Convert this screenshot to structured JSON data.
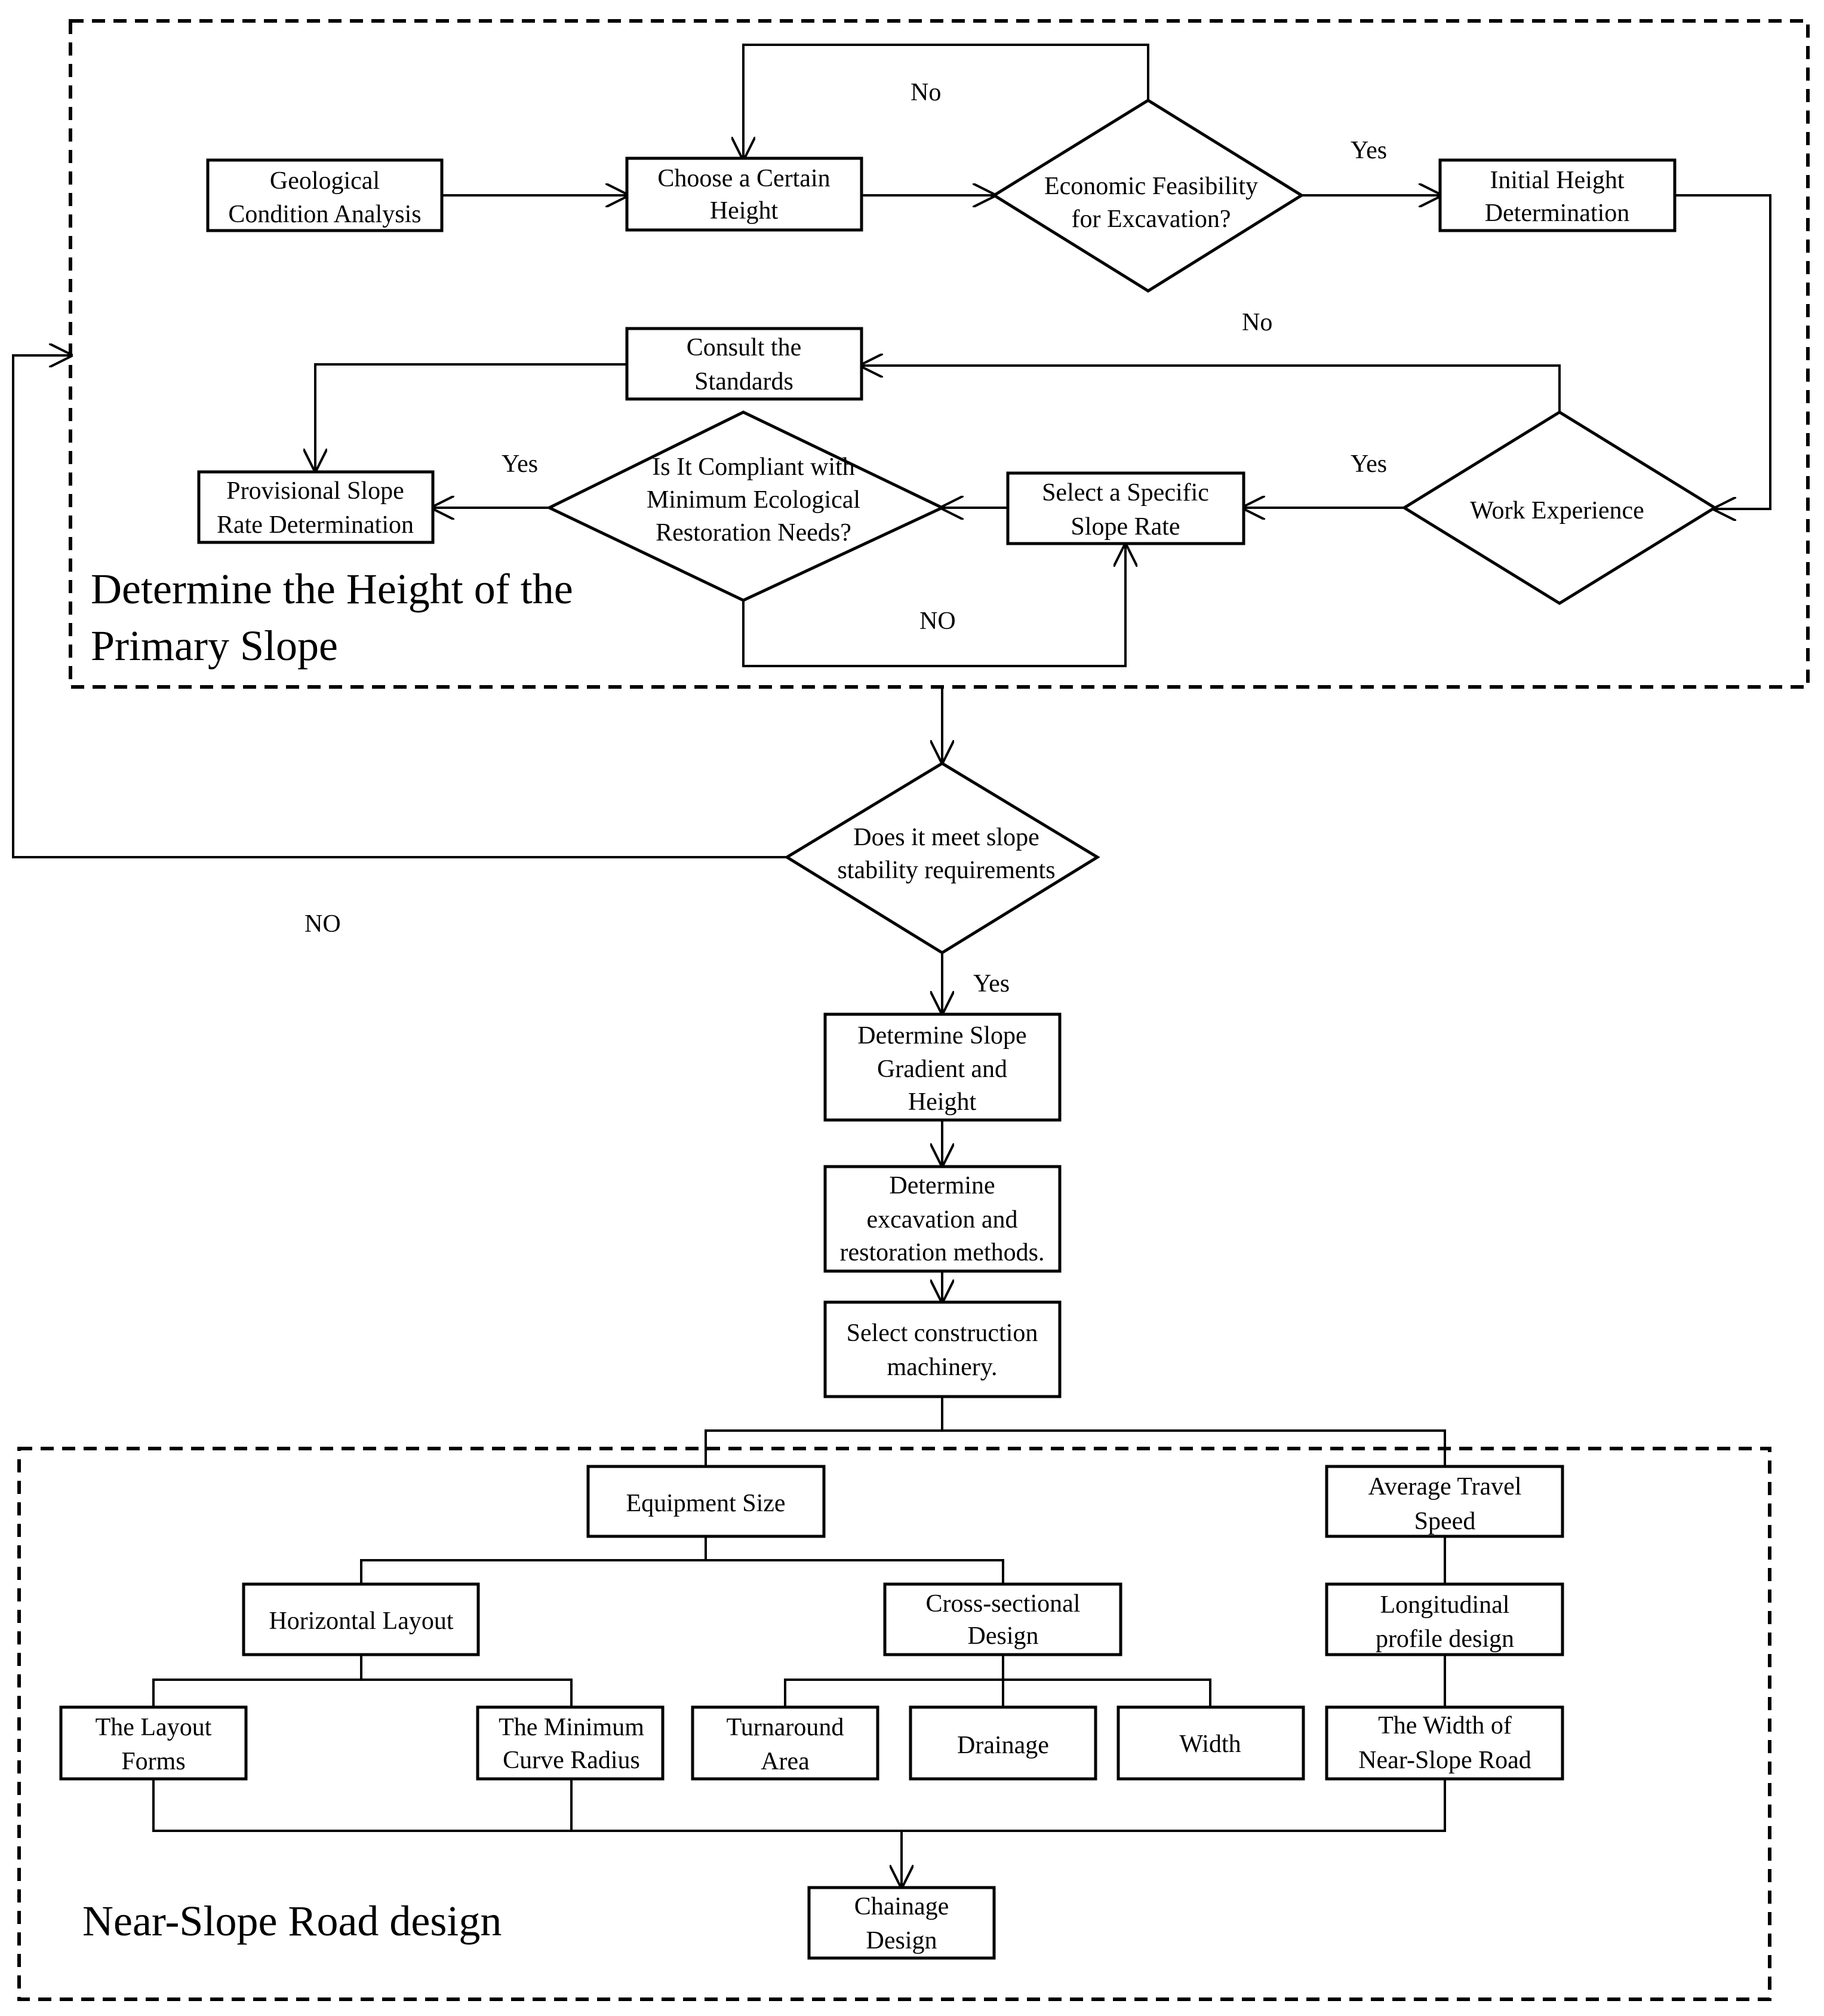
{
  "sections": {
    "primary_slope_title_1": "Determine the Height of the",
    "primary_slope_title_2": "Primary Slope",
    "near_slope_title": "Near-Slope Road design"
  },
  "nodes": {
    "geological": [
      "Geological",
      "Condition Analysis"
    ],
    "choose_height": [
      "Choose a Certain",
      "Height"
    ],
    "economic": [
      "Economic Feasibility",
      "for Excavation?"
    ],
    "initial_height": [
      "Initial Height",
      "Determination"
    ],
    "consult": [
      "Consult the",
      "Standards"
    ],
    "work_experience": [
      "Work Experience"
    ],
    "select_slope": [
      "Select a Specific",
      "Slope Rate"
    ],
    "ecological": [
      "Is It Compliant with",
      "Minimum Ecological",
      "Restoration Needs?"
    ],
    "provisional": [
      "Provisional Slope",
      "Rate Determination"
    ],
    "stability": [
      "Does it meet slope",
      "stability requirements"
    ],
    "gradient": [
      "Determine Slope",
      "Gradient and",
      "Height"
    ],
    "excavation": [
      "Determine",
      "excavation and",
      "restoration methods."
    ],
    "machinery": [
      "Select construction",
      "machinery."
    ],
    "equipment": [
      "Equipment Size"
    ],
    "travel_speed": [
      "Average Travel",
      "Speed"
    ],
    "horizontal": [
      "Horizontal Layout"
    ],
    "cross_section": [
      "Cross-sectional",
      "Design"
    ],
    "longitudinal": [
      "Longitudinal",
      "profile design"
    ],
    "layout_forms": [
      "The Layout",
      "Forms"
    ],
    "min_radius": [
      "The Minimum",
      "Curve Radius"
    ],
    "turnaround": [
      "Turnaround",
      "Area"
    ],
    "drainage": [
      "Drainage"
    ],
    "width": [
      "Width"
    ],
    "road_width": [
      "The Width of",
      "Near-Slope Road"
    ],
    "chainage": [
      "Chainage",
      "Design"
    ]
  },
  "edge_labels": {
    "econ_no": "No",
    "econ_yes": "Yes",
    "exp_no": "No",
    "exp_yes": "Yes",
    "eco_yes": "Yes",
    "eco_no": "NO",
    "stab_no": "NO",
    "stab_yes": "Yes"
  }
}
